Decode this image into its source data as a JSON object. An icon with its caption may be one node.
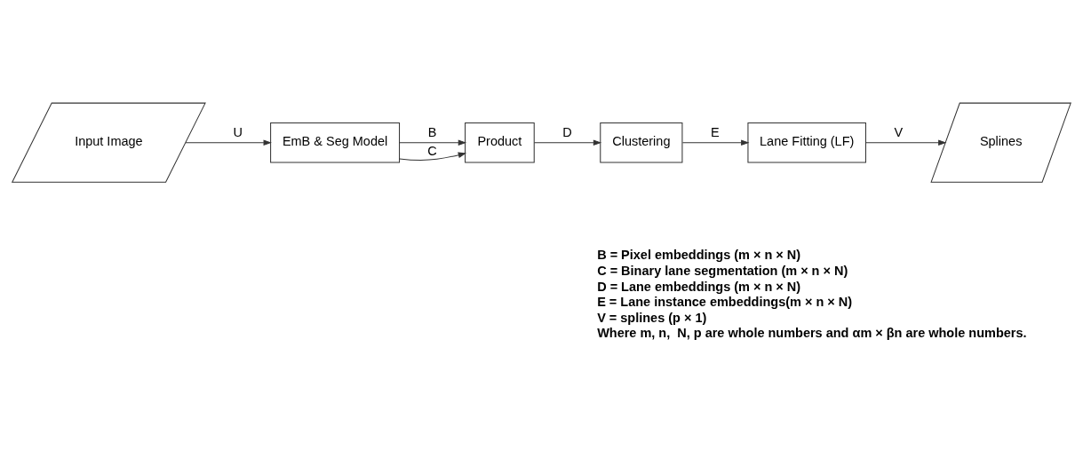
{
  "diagram": {
    "nodes": [
      {
        "text": [
          "Input Image"
        ]
      },
      {
        "text": [
          "EmB & Seg Model"
        ]
      },
      {
        "text": [
          "Product"
        ]
      },
      {
        "text": [
          "Clustering"
        ]
      },
      {
        "text": [
          "Lane Fitting (LF)"
        ]
      },
      {
        "text": [
          "Splines"
        ]
      }
    ],
    "edges": [
      {
        "from": 0,
        "to": 1,
        "arrow": "to",
        "label": "U"
      },
      {
        "from": 1,
        "to": 2,
        "arrow": "to",
        "label": "B"
      },
      {
        "from": 1,
        "to": 2,
        "arrow": "to",
        "label": "C"
      },
      {
        "from": 2,
        "to": 3,
        "arrow": "to",
        "label": "D"
      },
      {
        "from": 3,
        "to": 4,
        "arrow": "to",
        "label": "E"
      },
      {
        "from": 4,
        "to": 5,
        "arrow": "to",
        "label": "V"
      }
    ],
    "labels": [
      "B = Pixel embeddings (m × n × N)",
      "C = Binary lane segmentation (m × n × N)",
      "D = Lane embeddings (m × n × N)",
      "E = Lane instance embeddings(m × n × N)",
      "V = splines (p × 1)",
      "Where m, n,  N, p are whole numbers and αm × βn are whole numbers."
    ]
  }
}
